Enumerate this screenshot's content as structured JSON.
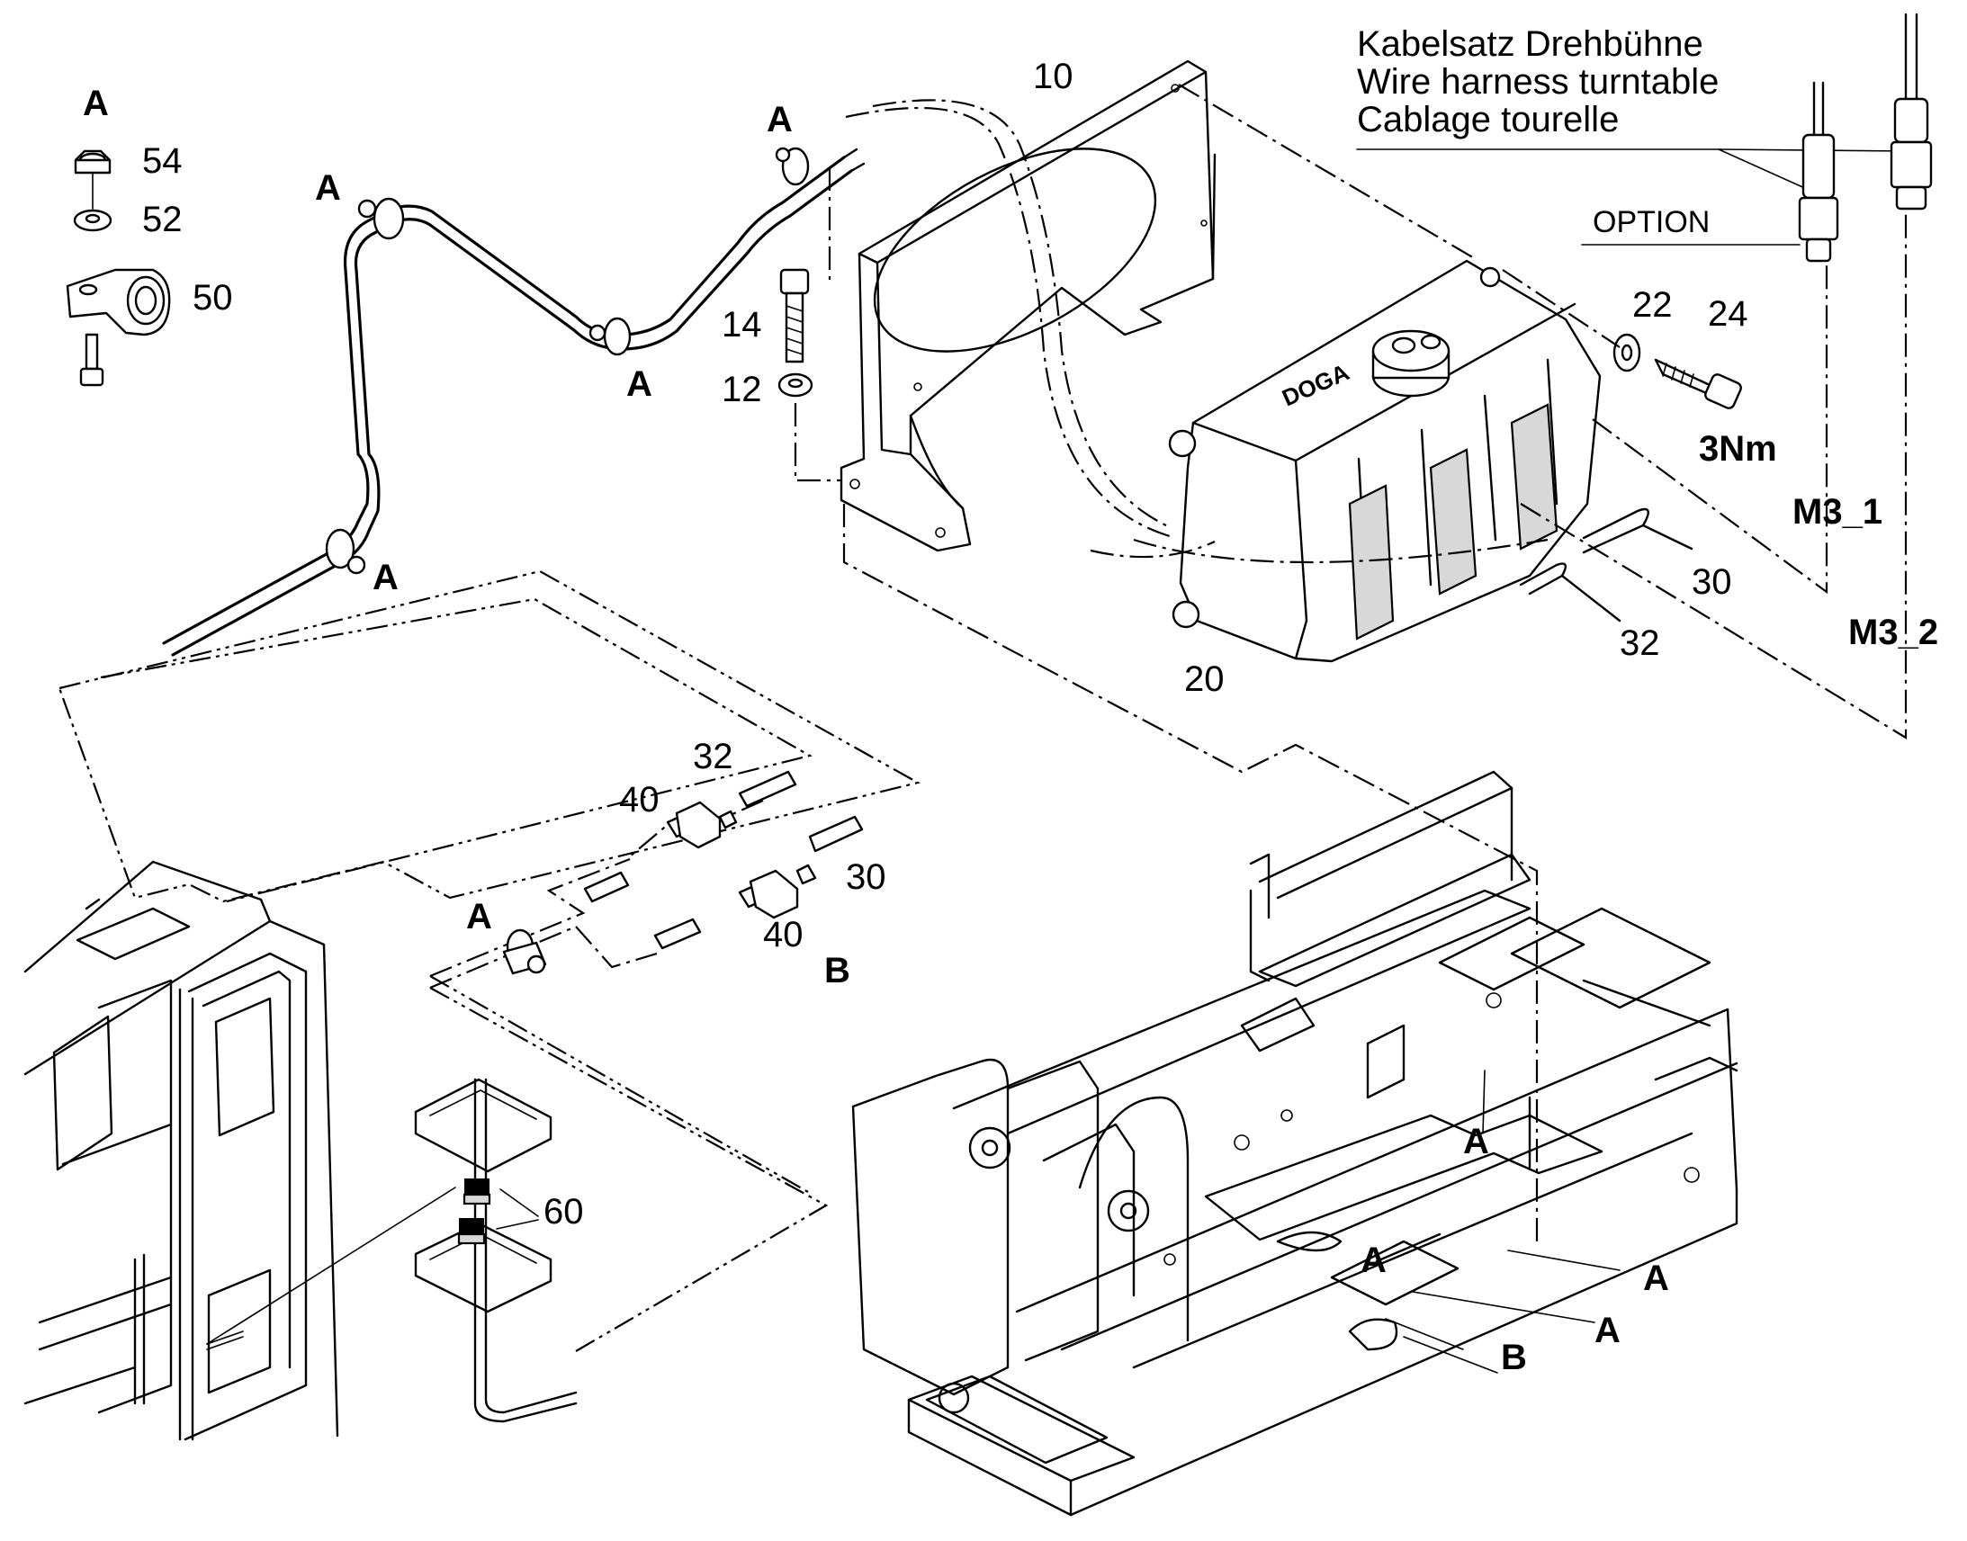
{
  "callouts": {
    "detail_a": "A",
    "a": "A",
    "b": "B",
    "p10": "10",
    "p12": "12",
    "p14": "14",
    "p20": "20",
    "p22": "22",
    "p24": "24",
    "p30": "30",
    "p32": "32",
    "p40": "40",
    "p50": "50",
    "p52": "52",
    "p54": "54",
    "p60": "60"
  },
  "harness_label": {
    "de": "Kabelsatz Drehbühne",
    "en": "Wire harness turntable",
    "fr": "Cablage tourelle"
  },
  "option_label": "OPTION",
  "torque": "3Nm",
  "connectors": {
    "m3_1": "M3_1",
    "m3_2": "M3_2"
  },
  "tank_logo": "DOGA"
}
